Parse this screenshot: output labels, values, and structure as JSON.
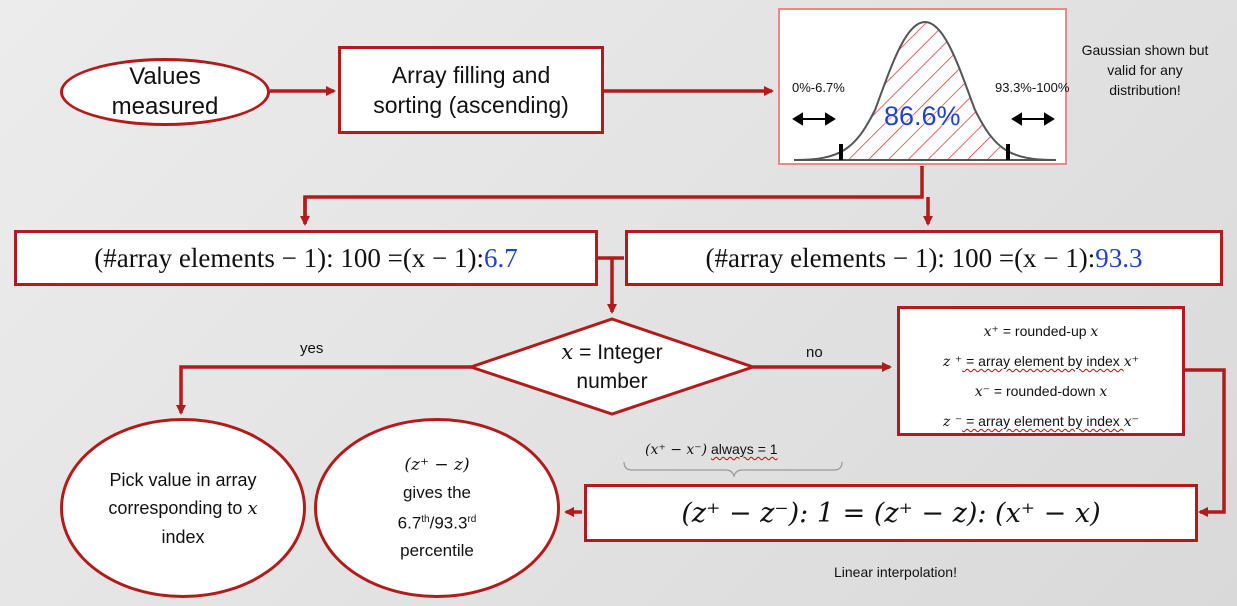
{
  "nodes": {
    "values_measured": "Values measured",
    "array_filling": "Array filling and sorting (ascending)",
    "left_formula_prefix": "(#array elements − 1): 100 =(x − 1): ",
    "left_formula_value": "6.7",
    "right_formula_prefix": "(#array elements − 1): 100 =(x − 1): ",
    "right_formula_value": "93.3",
    "decision_x": "x",
    "decision_text": "= Integer number",
    "pick_value_line1": "Pick value in array corresponding to",
    "pick_value_x": "x",
    "pick_value_line2": "index",
    "interp_formula": "(z⁺ − z⁻): 1 = (z⁺ − z): (x⁺ − x)"
  },
  "gaussian": {
    "left_tail": "0%-6.7%",
    "center_pct": "86.6%",
    "right_tail": "93.3%-100%",
    "note": "Gaussian shown but valid for any distribution!"
  },
  "definitions": {
    "line1_sym": "x⁺",
    "line1_text": " = rounded-up ",
    "line1_var": "x",
    "line2_sym": "z ⁺",
    "line2_text": " = array element by index ",
    "line2_var": "x⁺",
    "line3_sym": "x⁻",
    "line3_text": " = rounded-down ",
    "line3_var": "x",
    "line4_sym": "z ⁻",
    "line4_text": " = array element by index ",
    "line4_var": "x⁻"
  },
  "result": {
    "expr": "(z⁺ − z)",
    "line1": "gives the",
    "p1": "6.7",
    "sup1": "th",
    "slash": "/93.3",
    "sup2": "rd",
    "line3": "percentile"
  },
  "labels": {
    "yes": "yes",
    "no": "no",
    "always_expr": "(x⁺ − x⁻)",
    "always_text": "always = 1",
    "linear_interp": "Linear interpolation!"
  },
  "colors": {
    "arrow": "#b31b1b",
    "highlight": "#1f3fd6"
  }
}
